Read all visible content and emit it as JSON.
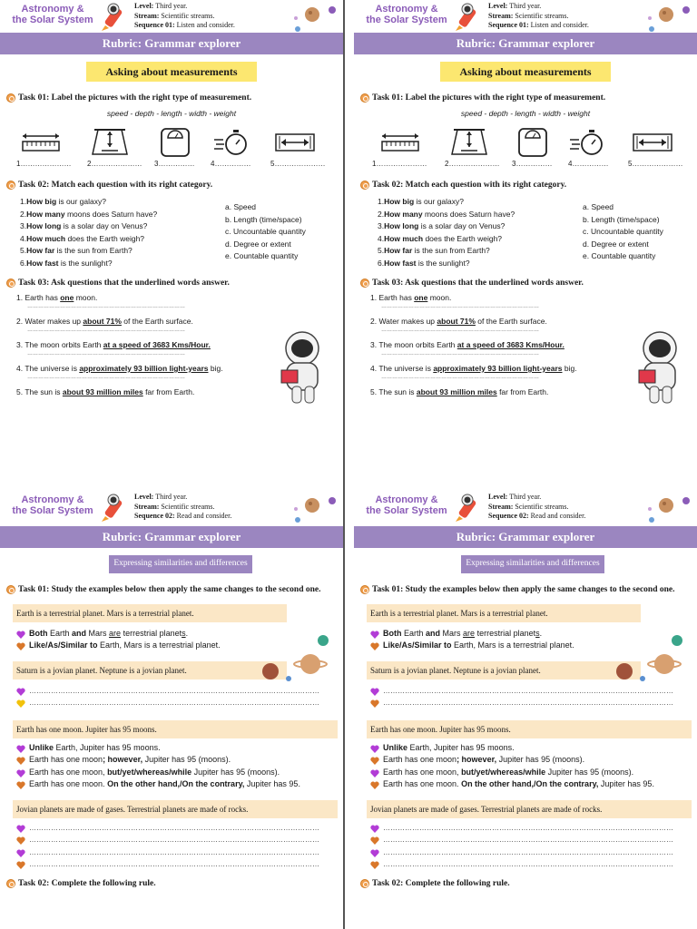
{
  "header": {
    "title": "Astronomy &\nthe Solar System",
    "level_label": "Level:",
    "level": "Third year.",
    "stream_label": "Stream:",
    "stream": "Scientific streams.",
    "sequence_label_1": "Sequence 01:",
    "sequence_1": "Listen and consider.",
    "sequence_label_2": "Sequence 02:",
    "sequence_2": "Read and consider."
  },
  "rubric": "Rubric: Grammar explorer",
  "top": {
    "topic": "Asking about measurements",
    "task1_label": "Task 01:",
    "task1_text": "Label the pictures with the right type of measurement.",
    "types": "speed - depth - length - width - weight",
    "blanks": [
      "1…………………",
      "2…………………",
      "3……………",
      "4……………",
      "5…………………"
    ],
    "task2_label": "Task 02:",
    "task2_text": "Match each question with its right category.",
    "questions": [
      {
        "n": "1.",
        "b": "How big",
        "r": " is our galaxy?"
      },
      {
        "n": "2.",
        "b": "How many",
        "r": " moons does Saturn have?"
      },
      {
        "n": "3.",
        "b": "How long",
        "r": " is a solar day on Venus?"
      },
      {
        "n": "4.",
        "b": "How much",
        "r": " does the Earth weigh?"
      },
      {
        "n": "5.",
        "b": "How far",
        "r": " is the sun from Earth?"
      },
      {
        "n": "6.",
        "b": "How fast",
        "r": " is the sunlight?"
      }
    ],
    "categories": [
      "a. Speed",
      "b. Length (time/space)",
      "c. Uncountable quantity",
      "d. Degree or extent",
      "e. Countable quantity"
    ],
    "task3_label": "Task 03:",
    "task3_text": "Ask questions that the underlined words answer.",
    "s1": {
      "n": "1.",
      "pre": "Earth has ",
      "u": "one",
      "post": " moon."
    },
    "s2": {
      "n": "2.",
      "pre": "Water makes up ",
      "u": "about 71%",
      "post": " of the Earth surface."
    },
    "s3": {
      "n": "3.",
      "pre": "The moon orbits Earth ",
      "u": "at a speed of 3683 Kms/Hour.",
      "post": ""
    },
    "s4": {
      "n": "4.",
      "pre": "The universe is ",
      "u": "approximately 93 billion light-years",
      "post": " big."
    },
    "s5": {
      "n": "5.",
      "pre": "The sun is ",
      "u": "about 93 million miles",
      "post": " far from Earth."
    },
    "dots": "……………………………………………………………………………"
  },
  "bottom": {
    "topic": "Expressing similarities and differences",
    "task1_label": "Task 01:",
    "task1_text": "Study the examples below then apply the same changes to the second one.",
    "sent1": "Earth is a terrestrial planet. Mars is a terrestrial planet.",
    "ex1a_b1": "Both",
    "ex1a_m1": " Earth ",
    "ex1a_b2": "and",
    "ex1a_m2": " Mars ",
    "ex1a_u": "are",
    "ex1a_m3": " terrestrial planet",
    "ex1a_u2": "s",
    "ex1a_end": ".",
    "ex1b_b": "Like/As/Similar to",
    "ex1b_r": " Earth, Mars is a terrestrial planet.",
    "sent2": "Saturn is a jovian planet. Neptune is a jovian planet.",
    "sent3": "Earth has one moon. Jupiter has 95 moons.",
    "ex3a_b": "Unlike",
    "ex3a_r": " Earth, Jupiter has 95 moons.",
    "ex3b_pre": "Earth has one moon",
    "ex3b_b": "; however,",
    "ex3b_r": " Jupiter has 95 (moons).",
    "ex3c_pre": "Earth has one moon, ",
    "ex3c_b": "but/yet/whereas/while",
    "ex3c_r": " Jupiter has 95 (moons).",
    "ex3d_pre": "Earth has one moon. ",
    "ex3d_b": "On the other hand,/On the contrary,",
    "ex3d_r": " Jupiter has 95.",
    "sent4": "Jovian planets are made of gases. Terrestrial planets are made of rocks.",
    "task2_label": "Task 02:",
    "task2_text": "Complete the following rule.",
    "dline": "…………………………………………………………………………………………………………"
  },
  "colors": {
    "purple": "#9b86c0",
    "yellow": "#fce770",
    "peach": "#fbe7c6",
    "title": "#8b5cb8",
    "heart_purple": "#b23cd6",
    "heart_orange": "#d9772a",
    "heart_yellow": "#f2c20a"
  }
}
